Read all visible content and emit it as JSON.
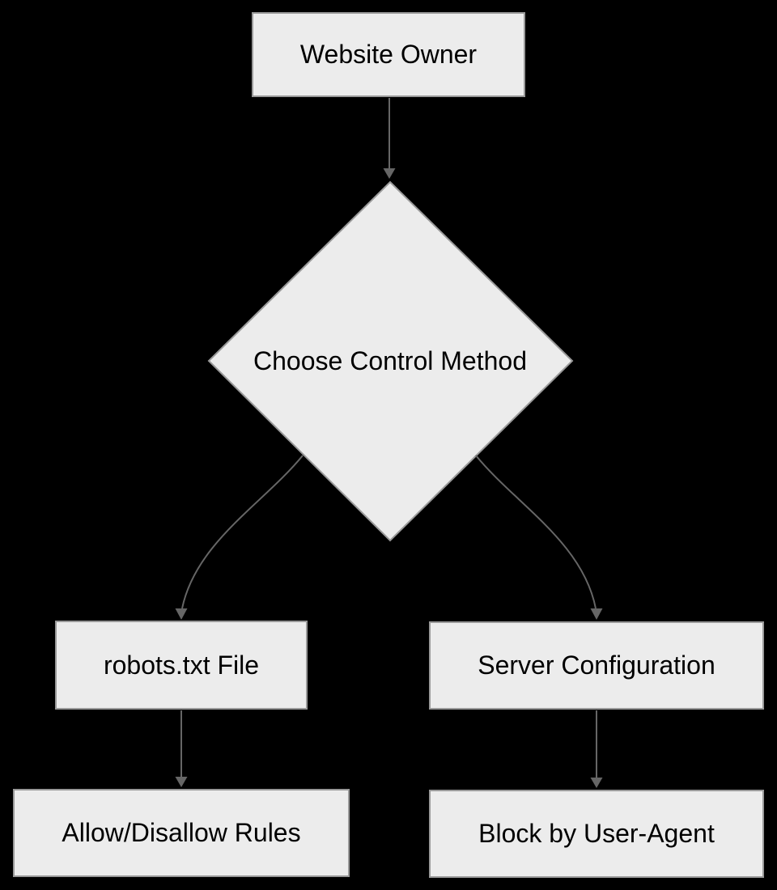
{
  "diagram": {
    "type": "flowchart",
    "direction": "top-down",
    "colors": {
      "background": "#000000",
      "node_fill": "#ececec",
      "node_border": "#999999",
      "edge_stroke": "#666666",
      "arrowhead_fill": "#666666",
      "label_text": "#000000"
    },
    "nodes": {
      "website_owner": {
        "label": "Website Owner",
        "shape": "rectangle"
      },
      "choose_control_method": {
        "label": "Choose Control Method",
        "shape": "diamond"
      },
      "robots_txt_file": {
        "label": "robots.txt File",
        "shape": "rectangle"
      },
      "server_configuration": {
        "label": "Server Configuration",
        "shape": "rectangle"
      },
      "allow_disallow_rules": {
        "label": "Allow/Disallow Rules",
        "shape": "rectangle"
      },
      "block_by_user_agent": {
        "label": "Block by User-Agent",
        "shape": "rectangle"
      }
    },
    "edges": [
      {
        "from": "website_owner",
        "to": "choose_control_method",
        "label": ""
      },
      {
        "from": "choose_control_method",
        "to": "robots_txt_file",
        "label": ""
      },
      {
        "from": "choose_control_method",
        "to": "server_configuration",
        "label": ""
      },
      {
        "from": "robots_txt_file",
        "to": "allow_disallow_rules",
        "label": ""
      },
      {
        "from": "server_configuration",
        "to": "block_by_user_agent",
        "label": ""
      }
    ]
  }
}
